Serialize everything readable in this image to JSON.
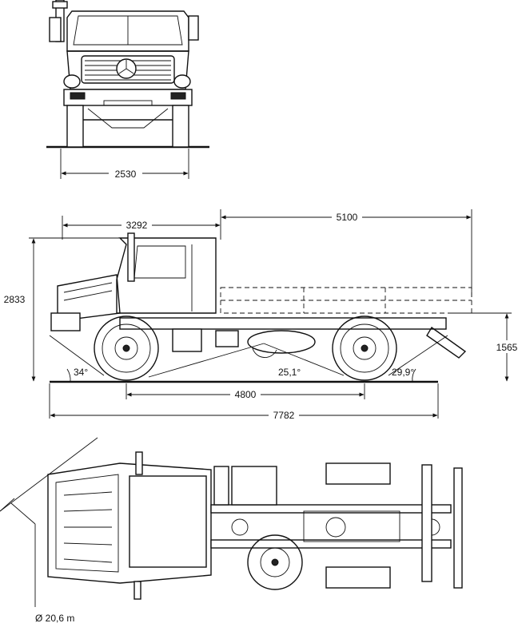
{
  "dimensions": {
    "front_width": "2530",
    "cab_length": "3292",
    "body_length": "5100",
    "total_height": "2833",
    "frame_height": "1565",
    "approach_angle": "34°",
    "ramp_angle": "25,1°",
    "departure_angle": "29,9°",
    "wheelbase": "4800",
    "total_length": "7782",
    "turning_circle": "Ø  20,6 m"
  }
}
